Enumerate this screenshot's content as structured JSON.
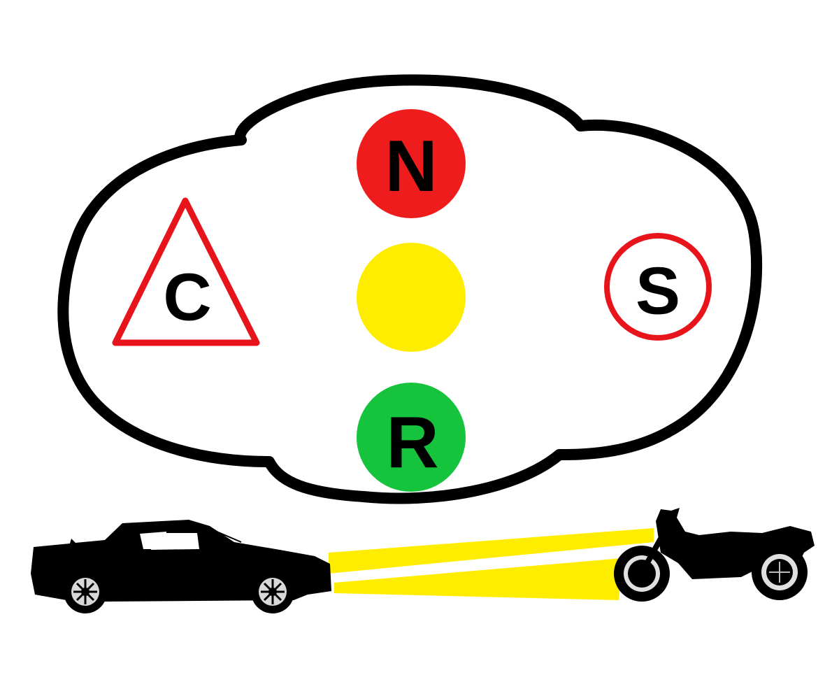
{
  "diagram": {
    "cloud": {
      "stroke": "#000000",
      "fill": "#ffffff"
    },
    "signs": {
      "caution": {
        "letter": "C",
        "shape": "triangle",
        "border": "#e8141c"
      },
      "stop": {
        "letter": "S",
        "shape": "ring",
        "border": "#e8141c"
      }
    },
    "lights": [
      {
        "letter": "N",
        "color": "#ee1c1c"
      },
      {
        "letter": "",
        "color": "#ffed00"
      },
      {
        "letter": "R",
        "color": "#16c33c"
      }
    ],
    "vehicles": {
      "car": {
        "name": "car",
        "color": "#000000"
      },
      "motorcycle": {
        "name": "motorcycle",
        "color": "#000000"
      },
      "beams": {
        "color": "#ffed00"
      }
    }
  }
}
